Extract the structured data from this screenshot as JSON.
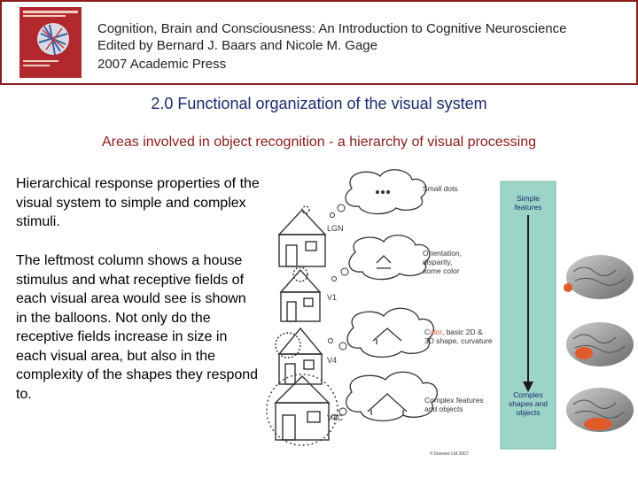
{
  "header": {
    "line1": "Cognition, Brain and Consciousness: An Introduction to Cognitive Neuroscience",
    "line2": "Edited by Bernard J. Baars and Nicole M. Gage",
    "line3": "2007 Academic Press",
    "cover_color": "#b3282d",
    "border_color": "#8b1a1a"
  },
  "slide": {
    "title": "2.0 Functional organization of the visual system",
    "subtitle": "Areas involved in object recognition - a hierarchy of visual processing",
    "paragraph1": "Hierarchical response properties of the visual system to simple and complex stimuli.",
    "paragraph2": "The leftmost column shows a house stimulus and what receptive fields of each visual area would see is shown in the balloons. Not only do the receptive fields increase in size in each visual area, but also in the complexity of the shapes they respond to."
  },
  "figure": {
    "areas": [
      "LGN",
      "V1",
      "V4",
      "VTC"
    ],
    "balloon_labels": {
      "small_dots": "Small dots",
      "orientation": [
        "Orientation,",
        "disparity,",
        "some color"
      ],
      "color_prefix": "C",
      "color_highlight": "olor",
      "color_rest": ", basic 2D &",
      "shape_line": "3D shape, curvature",
      "complex": [
        "Complex features",
        "and objects"
      ]
    },
    "bar_top": [
      "Simple",
      "features"
    ],
    "bar_bottom": [
      "Complex",
      "shapes and",
      "objects"
    ],
    "copyright": "© Elsevier Ltd 2007",
    "colors": {
      "bar": "#9dd4c8",
      "highlight": "#e05a2a",
      "bar_text": "#1a2a6c"
    }
  }
}
